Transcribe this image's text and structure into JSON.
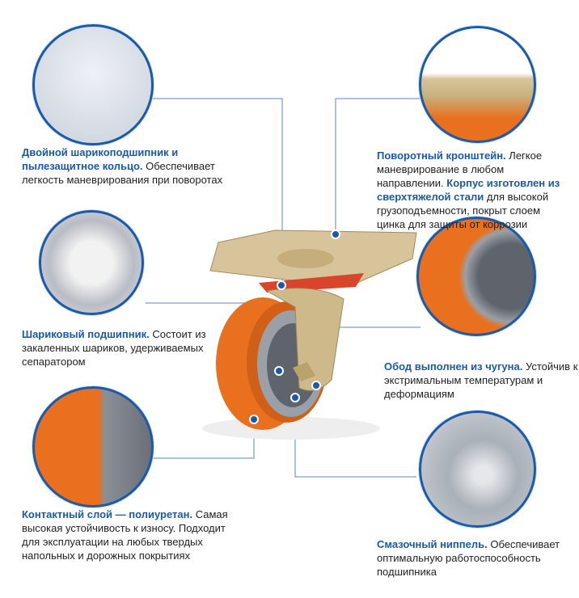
{
  "callouts": [
    {
      "title": "Двойной шарикоподшипник и пылезащитное кольцо.",
      "text": "Обеспечивает легкость маневрирования при поворотах"
    },
    {
      "title": "Поворотный кронштейн.",
      "text": "Легкое маневрирование в любом направлении.",
      "title2": "Корпус изготовлен из сверхтяжелой стали",
      "text2": "для высокой грузоподъемности, покрыт слоем цинка для защиты от коррозии"
    },
    {
      "title": "Шариковый подшипник.",
      "text": "Состоит из закаленных шариков, удерживаемых сепаратором"
    },
    {
      "title": "Обод выполнен из чугуна.",
      "text": "Устойчив к экстримальным температурам и деформациям"
    },
    {
      "title": "Контактный слой — полиуретан.",
      "text": "Самая высокая устойчивость к износу. Подходит для эксплуатации на любых твердых напольных и дорожных покрытиях"
    },
    {
      "title": "Смазочный ниппель.",
      "text": "Обеспечивает оптимальную работоспособность подшипника"
    }
  ],
  "colors": {
    "accent": "#1a5aa8",
    "polyurethane": "#e8701e",
    "steel": "#cdb98a",
    "rim": "#6b6f78"
  }
}
